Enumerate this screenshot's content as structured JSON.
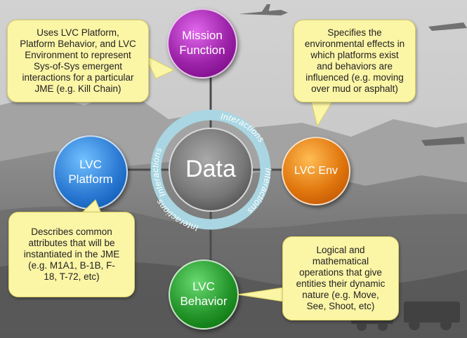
{
  "center": {
    "label": "Data"
  },
  "nodes": {
    "mission_function": {
      "label": "Mission\nFunction",
      "color": "#9b22a7"
    },
    "lvc_env": {
      "label": "LVC Env",
      "color": "#e0760d"
    },
    "lvc_platform": {
      "label": "LVC\nPlatform",
      "color": "#2b7ad3"
    },
    "lvc_behavior": {
      "label": "LVC\nBehavior",
      "color": "#23942a"
    }
  },
  "ring": {
    "labels": [
      "Interactions",
      "Interactions",
      "Interactions",
      "Interactions"
    ]
  },
  "callouts": {
    "mission": "Uses LVC Platform,\nPlatform Behavior, and LVC\nEnvironment to represent\nSys-of-Sys emergent\ninteractions for a particular\nJME (e.g. Kill Chain)",
    "env": "Specifies the\nenvironmental effects in\nwhich platforms exist\nand behaviors are\ninfluenced (e.g. moving\nover mud or asphalt)",
    "platform": "Describes common\nattributes that will be\ninstantiated in the JME\n(e.g. M1A1, B-1B, F-\n18, T-72, etc)",
    "behavior": "Logical and\nmathematical\noperations that give\nentities their dynamic\nnature (e.g. Move,\nSee, Shoot, etc)"
  },
  "colors": {
    "callout_fill": "#fbf5a6",
    "ring": "#a9d6e2",
    "center": "#7f7f7f"
  }
}
